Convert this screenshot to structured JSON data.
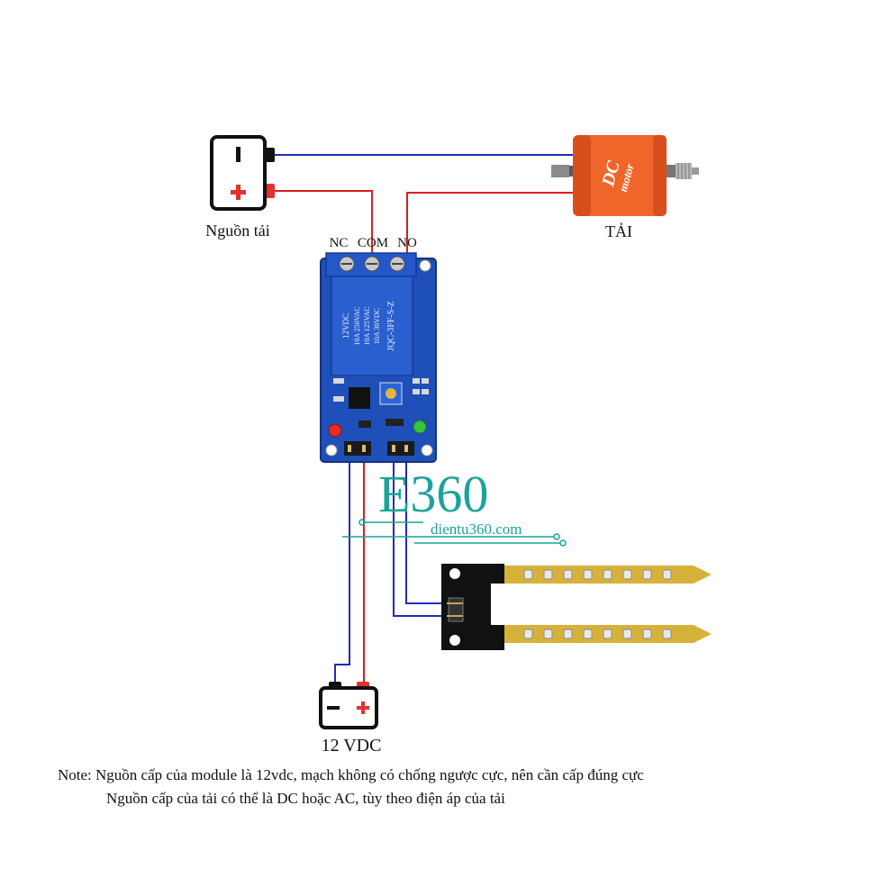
{
  "labels": {
    "load_source": "Nguồn tải",
    "load": "TẢI",
    "nc": "NC",
    "com": "COM",
    "no": "NO",
    "supply": "12 VDC"
  },
  "battery_signs": {
    "minus": "−",
    "plus": "+"
  },
  "motor": {
    "line1": "DC",
    "line2": "motor"
  },
  "relay": {
    "line1": "12VDC",
    "line2": "10A 250VAC",
    "line3": "10A 125VAC",
    "line4": "10A 30VDC",
    "model": "JQC-3FF-S-Z"
  },
  "watermark": {
    "brand": "E360",
    "site": "dientu360.com"
  },
  "note": {
    "line1": "Note: Nguồn cấp của module là 12vdc, mạch không có chống ngược cực, nên cần cấp đúng cực",
    "line2": "Nguồn cấp của tải có thể là DC hoặc AC, tùy theo điện áp của tải"
  },
  "colors": {
    "wire_blue": "#1f2db3",
    "wire_red": "#d42020",
    "pcb_blue": "#1f4fb8",
    "relay_blue": "#2a5fd0",
    "motor_orange": "#f0652a",
    "probe_gold": "#d7b23a",
    "brand_teal": "#1aa39a",
    "battery_red": "#e53030"
  },
  "icons": [
    "battery-icon",
    "dc-motor-icon",
    "relay-module-icon",
    "soil-sensor-icon",
    "battery-12v-icon"
  ]
}
